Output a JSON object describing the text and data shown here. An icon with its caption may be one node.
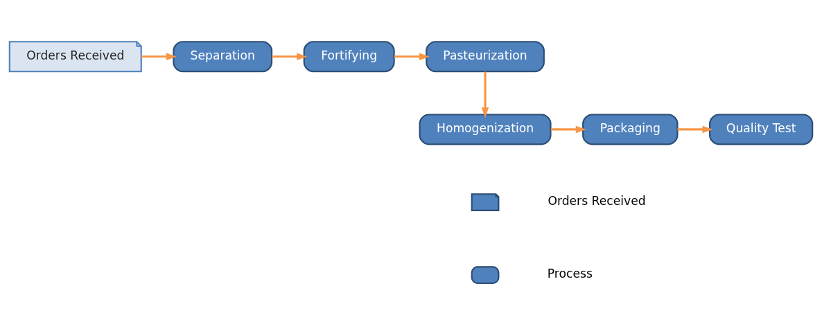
{
  "diagram": {
    "nodes": [
      {
        "text": [
          "Orders Received"
        ]
      },
      {
        "text": [
          "Separation"
        ]
      },
      {
        "text": [
          "Fortifying"
        ]
      },
      {
        "text": [
          "Pasteurization"
        ]
      },
      {
        "text": [
          "Homogenization"
        ]
      },
      {
        "text": [
          "Packaging"
        ]
      },
      {
        "text": [
          "Quality Test"
        ]
      },
      {
        "text": [],
        "shape": "document"
      },
      {
        "text": [],
        "shape": "box"
      }
    ],
    "edges": [
      {
        "from": 0,
        "to": 1,
        "arrow": "to"
      },
      {
        "from": 1,
        "to": 2,
        "arrow": "to"
      },
      {
        "from": 2,
        "to": 3,
        "arrow": "to"
      },
      {
        "from": 3,
        "to": 4,
        "arrow": "to"
      },
      {
        "from": 4,
        "to": 5,
        "arrow": "to"
      },
      {
        "from": 5,
        "to": 6,
        "arrow": "to"
      }
    ],
    "legend": [
      {
        "text": "Orders Received"
      },
      {
        "text": "Process"
      }
    ]
  }
}
